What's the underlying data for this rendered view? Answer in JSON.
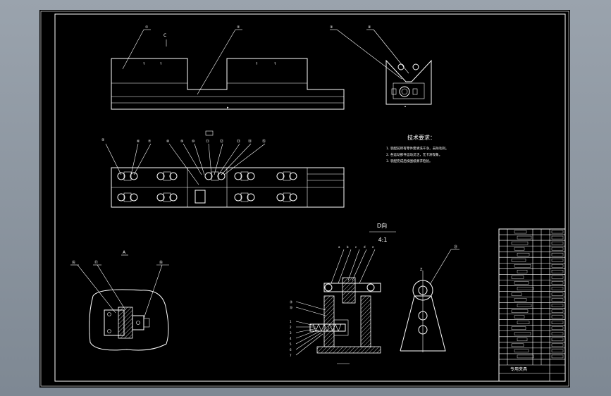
{
  "drawing": {
    "background": "#000000",
    "line_color": "#ffffff",
    "frame_color": "#ffffff"
  },
  "notes": {
    "title": "技术要求：",
    "lines": [
      "1. 装配前所有零件需清洗干净，去除毛刺。",
      "2. 各运动部件运动灵活，无卡滞现象。",
      "3. 装配完成后按图纸要求检验。"
    ]
  },
  "view_d": {
    "label": "D向",
    "scale": "4:1"
  },
  "view_labels": {
    "section_c": "C",
    "section_a": "A"
  },
  "title_block": {
    "name": "专用夹具",
    "rows": 24
  }
}
